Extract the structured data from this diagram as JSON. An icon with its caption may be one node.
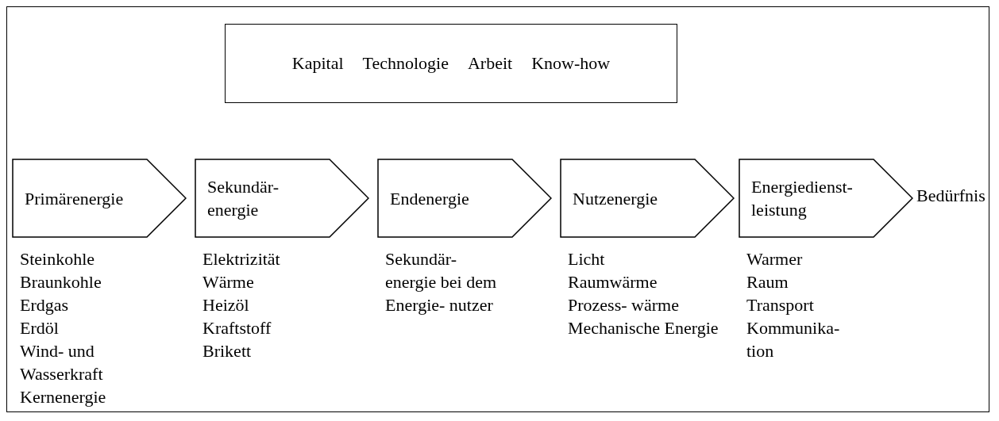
{
  "diagram": {
    "nodes": [
      {
        "text": [
          "Kapital",
          "Technologie",
          "Arbeit",
          "Know-how"
        ]
      },
      {
        "text": [
          "Primärenergie"
        ],
        "beside": [
          "Steinkohle",
          "Braunkohle",
          "Erdgas",
          "Erdöl",
          "Wind- und Wasserkraft",
          "Kernenergie"
        ]
      },
      {
        "text": [
          "Sekundär- energie"
        ],
        "beside": [
          "Elektrizität",
          "Wärme",
          "Heizöl",
          "Kraftstoff",
          "Brikett"
        ]
      },
      {
        "text": [
          "Endenergie"
        ],
        "beside": [
          "Sekundär- energie bei dem Energie- nutzer"
        ]
      },
      {
        "text": [
          "Nutzenergie"
        ],
        "beside": [
          "Licht",
          "Raumwärme",
          "Prozess- wärme",
          "Mechanische Energie"
        ]
      },
      {
        "text": [
          "Energiedienst- leistung"
        ],
        "beside": [
          "Warmer Raum",
          "Transport",
          "Kommunika- tion"
        ]
      },
      {
        "text": [
          "Bedürfnis"
        ]
      }
    ],
    "edges": []
  }
}
